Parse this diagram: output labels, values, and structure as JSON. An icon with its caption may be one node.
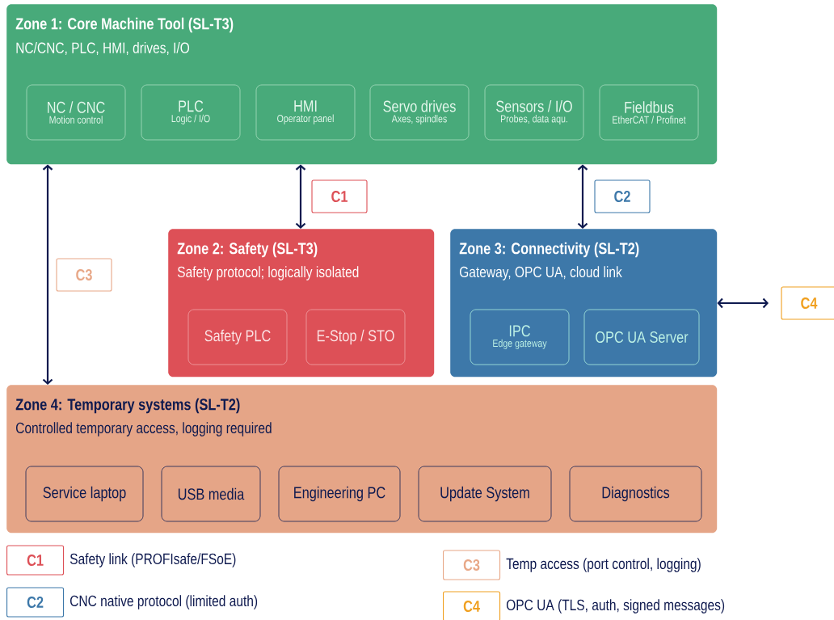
{
  "diagram": {
    "nodes": [
      {
        "text": [
          "Zone 1: Core Machine Tool (SL-T3)",
          "NC/CNC, PLC, HMI, drives, I/O"
        ]
      },
      {
        "text": [
          "NC / CNC",
          "Motion control"
        ],
        "in": 0
      },
      {
        "text": [
          "PLC",
          "Logic / I/O"
        ],
        "in": 0
      },
      {
        "text": [
          "HMI",
          "Operator panel"
        ],
        "in": 0
      },
      {
        "text": [
          "Servo drives",
          "Axes, spindles"
        ],
        "in": 0
      },
      {
        "text": [
          "Sensors / I/O",
          "Probes, data aqu."
        ],
        "in": 0
      },
      {
        "text": [
          "Fieldbus",
          "EtherCAT / Profinet"
        ],
        "in": 0
      },
      {
        "text": [
          "Zone 2: Safety (SL-T3)",
          "Safety protocol; logically isolated"
        ]
      },
      {
        "text": [
          "Safety PLC"
        ],
        "in": 7
      },
      {
        "text": [
          "E-Stop / STO"
        ],
        "in": 7
      },
      {
        "text": [
          "Zone 3: Connectivity (SL-T2)",
          "Gateway, OPC UA, cloud link"
        ]
      },
      {
        "text": [
          "IPC",
          "Edge gateway"
        ],
        "in": 10
      },
      {
        "text": [
          "OPC UA Server"
        ],
        "in": 10
      },
      {
        "text": [
          "Zone 4: Temporary systems (SL-T2)",
          "Controlled temporary access, logging required"
        ]
      },
      {
        "text": [
          "Service laptop"
        ],
        "in": 13
      },
      {
        "text": [
          "USB media"
        ],
        "in": 13
      },
      {
        "text": [
          "Engineering PC"
        ],
        "in": 13
      },
      {
        "text": [
          "Update System"
        ],
        "in": 13
      },
      {
        "text": [
          "Diagnostics"
        ],
        "in": 13
      }
    ],
    "edges": [
      {
        "from": 0,
        "to": 7,
        "arrow": "both",
        "label": "C1"
      },
      {
        "from": 0,
        "to": 10,
        "arrow": "both",
        "label": "C2"
      },
      {
        "from": 0,
        "to": 13,
        "arrow": "both",
        "label": "C3"
      },
      {
        "from": 10,
        "to": null,
        "arrow": "both",
        "label": "C4"
      }
    ],
    "labels": [
      "C1",
      "C3",
      "C2",
      "C4"
    ],
    "legend": [
      {
        "text": "Safety link (PROFIsafe/FSoE)",
        "color": "#dd5057"
      },
      {
        "text": "Temp access (port control, logging)",
        "color": "#e8a888"
      },
      {
        "text": "CNC native protocol (limited auth)",
        "color": "#3d78a9"
      },
      {
        "text": "OPC UA (TLS, auth, signed messages)",
        "color": "#f0a020"
      }
    ]
  }
}
